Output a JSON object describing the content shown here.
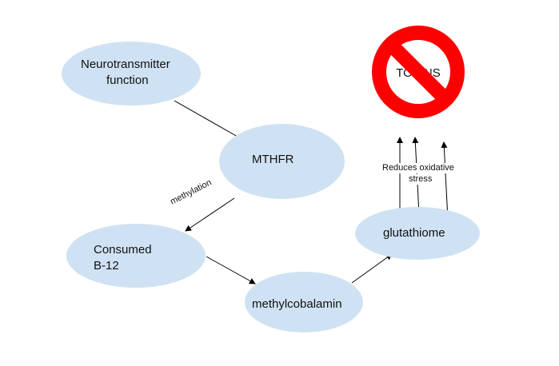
{
  "nodes": {
    "neurotransmitter": {
      "line1": "Neurotransmitter",
      "line2": "function"
    },
    "mthfr": {
      "label": "MTHFR"
    },
    "consumed_b12": {
      "line1": "Consumed",
      "line2": "B-12"
    },
    "methylcobalamin": {
      "label": "methylcobalamin"
    },
    "glutathiome": {
      "label": "glutathiome"
    }
  },
  "edge_labels": {
    "methylation": "methylation",
    "reduces_line1": "Reduces oxidative",
    "reduces_line2": "stress"
  },
  "toxins_sign": {
    "label": "TOXINS",
    "ring_color": "#ff0000",
    "fill_color": "#ffffff"
  },
  "colors": {
    "node_fill": "#cfe2f3",
    "edge": "#000000"
  }
}
